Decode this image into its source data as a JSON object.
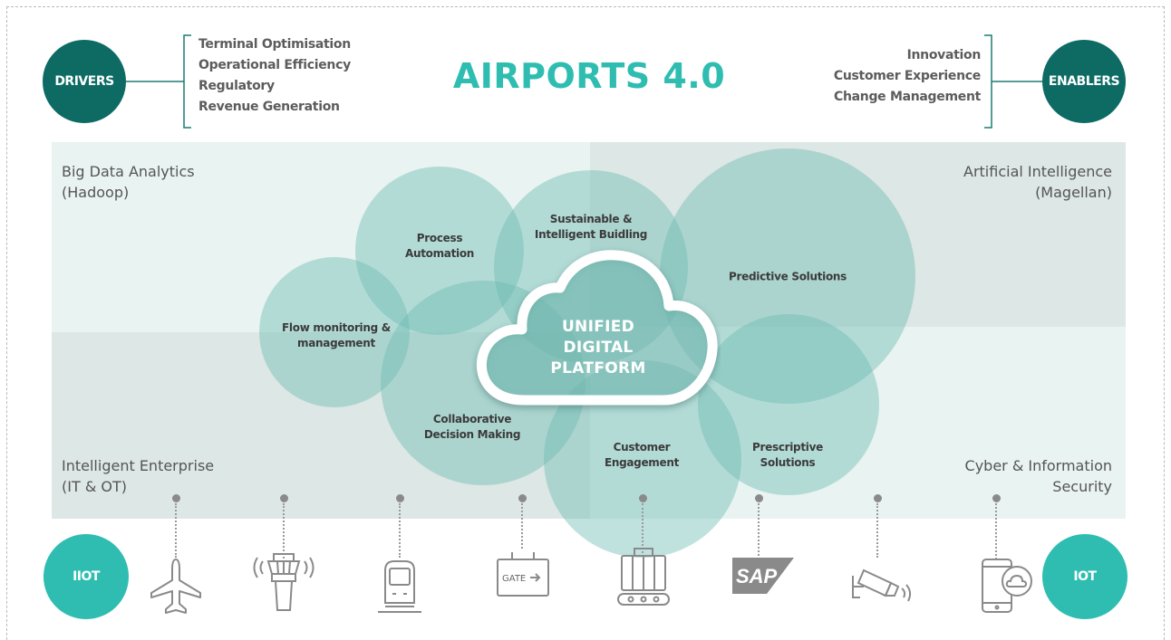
{
  "title": "AIRPORTS 4.0",
  "drivers": {
    "badge": "DRIVERS",
    "items": [
      "Terminal Optimisation",
      "Operational Efficiency",
      "Regulatory",
      "Revenue Generation"
    ]
  },
  "enablers": {
    "badge": "ENABLERS",
    "items": [
      "Innovation",
      "Customer Experience",
      "Change Management"
    ]
  },
  "quadrants": {
    "top_left": [
      "Big Data Analytics",
      "(Hadoop)"
    ],
    "top_right": [
      "Artificial Intelligence",
      "(Magellan)"
    ],
    "bottom_left": [
      "Intelligent Enterprise",
      "(IT & OT)"
    ],
    "bottom_right": [
      "Cyber & Information",
      "Security"
    ]
  },
  "center": [
    "UNIFIED",
    "DIGITAL",
    "PLATFORM"
  ],
  "bubbles": {
    "process_automation": [
      "Process",
      "Automation"
    ],
    "sustainable_building": [
      "Sustainable &",
      "Intelligent Buidling"
    ],
    "predictive": [
      "Predictive Solutions"
    ],
    "flow_monitoring": [
      "Flow monitoring &",
      "management"
    ],
    "collaborative": [
      "Collaborative",
      "Decision Making"
    ],
    "customer_engagement": [
      "Customer",
      "Engagement"
    ],
    "prescriptive": [
      "Prescriptive",
      "Solutions"
    ]
  },
  "bottom": {
    "left_badge": "IIOT",
    "right_badge": "IOT",
    "gate_sign": "GATE",
    "sap_logo": "SAP",
    "icons": [
      "airplane-icon",
      "control-tower-icon",
      "train-icon",
      "gate-sign-icon",
      "baggage-carousel-icon",
      "sap-logo",
      "cctv-camera-icon",
      "smartphone-cloud-icon"
    ]
  },
  "colors": {
    "dark_teal": "#0d6b64",
    "teal": "#2ebdb0",
    "bubble": "#69b9b0",
    "quadrant_light": "#e9f3f1",
    "quadrant_dark": "#dde7e5"
  }
}
